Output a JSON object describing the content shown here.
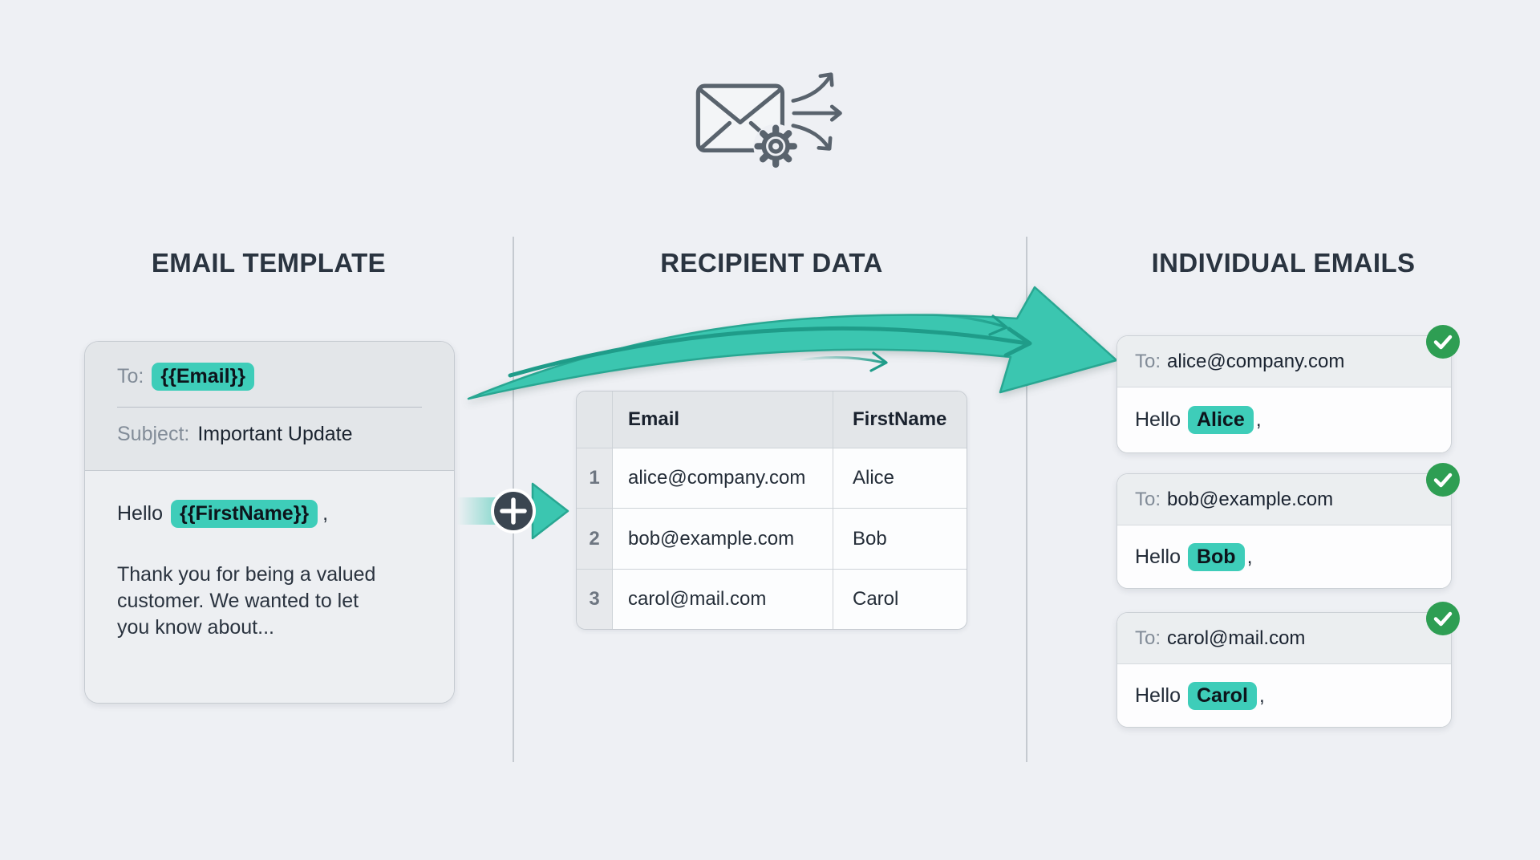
{
  "headings": {
    "template": "EMAIL TEMPLATE",
    "recipients": "RECIPIENT DATA",
    "individual": "INDIVIDUAL EMAILS"
  },
  "template_card": {
    "to_label": "To:",
    "to_value": "{{Email}}",
    "subject_label": "Subject:",
    "subject_value": "Important Update",
    "greeting_prefix": "Hello",
    "greeting_variable": "{{FirstName}}",
    "greeting_suffix": ",",
    "body_text": "Thank you for being a valued customer. We wanted to let you know about..."
  },
  "recipient_table": {
    "headers": {
      "email": "Email",
      "first_name": "FirstName"
    },
    "rows": [
      {
        "num": "1",
        "email": "alice@company.com",
        "first_name": "Alice"
      },
      {
        "num": "2",
        "email": "bob@example.com",
        "first_name": "Bob"
      },
      {
        "num": "3",
        "email": "carol@mail.com",
        "first_name": "Carol"
      }
    ]
  },
  "individual_emails": [
    {
      "to_label": "To:",
      "to_value": "alice@company.com",
      "greeting_prefix": "Hello",
      "name": "Alice",
      "greeting_suffix": ","
    },
    {
      "to_label": "To:",
      "to_value": "bob@example.com",
      "greeting_prefix": "Hello",
      "name": "Bob",
      "greeting_suffix": ","
    },
    {
      "to_label": "To:",
      "to_value": "carol@mail.com",
      "greeting_prefix": "Hello",
      "name": "Carol",
      "greeting_suffix": ","
    }
  ],
  "icons": {
    "hero": "envelope-gear-fanout-icon",
    "merge": "plus-merge-arrow-icon",
    "sent": "check-icon"
  },
  "colors": {
    "accent_teal": "#3bc6b0",
    "highlight_teal": "#3ecdb9",
    "success_green": "#2e9e53",
    "dark_slate": "#3a4550",
    "heading": "#2a3440",
    "background": "#eef0f4"
  }
}
